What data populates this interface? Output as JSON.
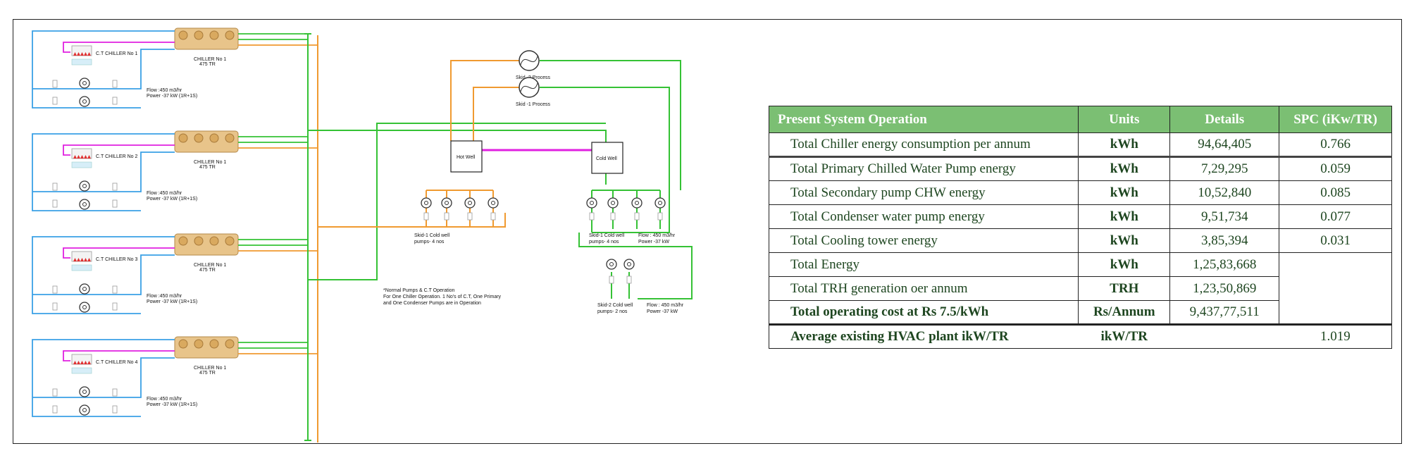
{
  "colors": {
    "chw_pipe": "#3aa0e6",
    "condenser_pipe": "#f09a30",
    "distribution_pipe": "#35c235",
    "brine_pipe": "#e020e0",
    "table_header": "#7bbf73",
    "table_text": "#1e4620"
  },
  "diagram": {
    "chillers": [
      {
        "name": "CHILLER No 1",
        "capacity": "475 TR",
        "ct": "C.T CHILLER No 1",
        "flow": "Flow :450 m3/hr",
        "power": "Power -37 kW (1R+1S)"
      },
      {
        "name": "CHILLER No 1",
        "capacity": "475 TR",
        "ct": "C.T CHILLER No 2",
        "flow": "Flow :450 m3/hr",
        "power": "Power -37 kW (1R+1S)"
      },
      {
        "name": "CHILLER No 1",
        "capacity": "475 TR",
        "ct": "C.T CHILLER No 3",
        "flow": "Flow :450 m3/hr",
        "power": "Power -37 kW (1R+1S)"
      },
      {
        "name": "CHILLER No 1",
        "capacity": "475 TR",
        "ct": "C.T CHILLER No 4",
        "flow": "Flow :450 m3/hr",
        "power": "Power -37 kW (1R+1S)"
      }
    ],
    "process_2": "Skid -2  Process",
    "process_1": "Skid -1  Process",
    "hot_well": "Hot Well",
    "cold_well": "Cold Well",
    "skid1_hot_pumps": [
      "Skid-1 Cold well",
      "pumps- 4 nos"
    ],
    "skid1_cold_pumps": [
      "Skid-1 Cold well",
      "pumps- 4 nos"
    ],
    "skid1_flow": [
      "Flow : 450 m3/hr",
      "Power -37 kW"
    ],
    "skid2_pumps": [
      "Skid-2 Cold well",
      "pumps- 2 nos"
    ],
    "skid2_flow": [
      "Flow : 450 m3/hr",
      "Power -37 kW"
    ],
    "note": [
      "*Normal Pumps & C.T Operation",
      "For One Chiller Operation. 1 No's of C.T, One Primary",
      "and One Condenser Pumps are in Operation"
    ]
  },
  "table": {
    "headers": [
      "Present System Operation",
      "Units",
      "Details",
      "SPC (iKw/TR)"
    ],
    "rows": [
      {
        "label": "Total Chiller energy consumption per annum",
        "unit": "kWh",
        "details": "94,64,405",
        "spc": "0.766"
      },
      {
        "label": "Total Primary Chilled Water Pump energy",
        "unit": "kWh",
        "details": "7,29,295",
        "spc": "0.059"
      },
      {
        "label": "Total Secondary pump CHW energy",
        "unit": "kWh",
        "details": "10,52,840",
        "spc": "0.085"
      },
      {
        "label": "Total Condenser water pump energy",
        "unit": "kWh",
        "details": "9,51,734",
        "spc": "0.077"
      },
      {
        "label": "Total Cooling tower energy",
        "unit": "kWh",
        "details": "3,85,394",
        "spc": "0.031"
      },
      {
        "label": "Total Energy",
        "unit": "kWh",
        "details": "1,25,83,668",
        "spc": ""
      },
      {
        "label": "Total TRH generation oer annum",
        "unit": "TRH",
        "details": "1,23,50,869",
        "spc": ""
      },
      {
        "label": "Total operating cost at Rs 7.5/kWh",
        "unit": "Rs/Annum",
        "details": "9,437,77,511",
        "spc": ""
      }
    ],
    "summary": {
      "label": "Average existing HVAC plant ikW/TR",
      "unit": "ikW/TR",
      "value": "1.019"
    }
  }
}
